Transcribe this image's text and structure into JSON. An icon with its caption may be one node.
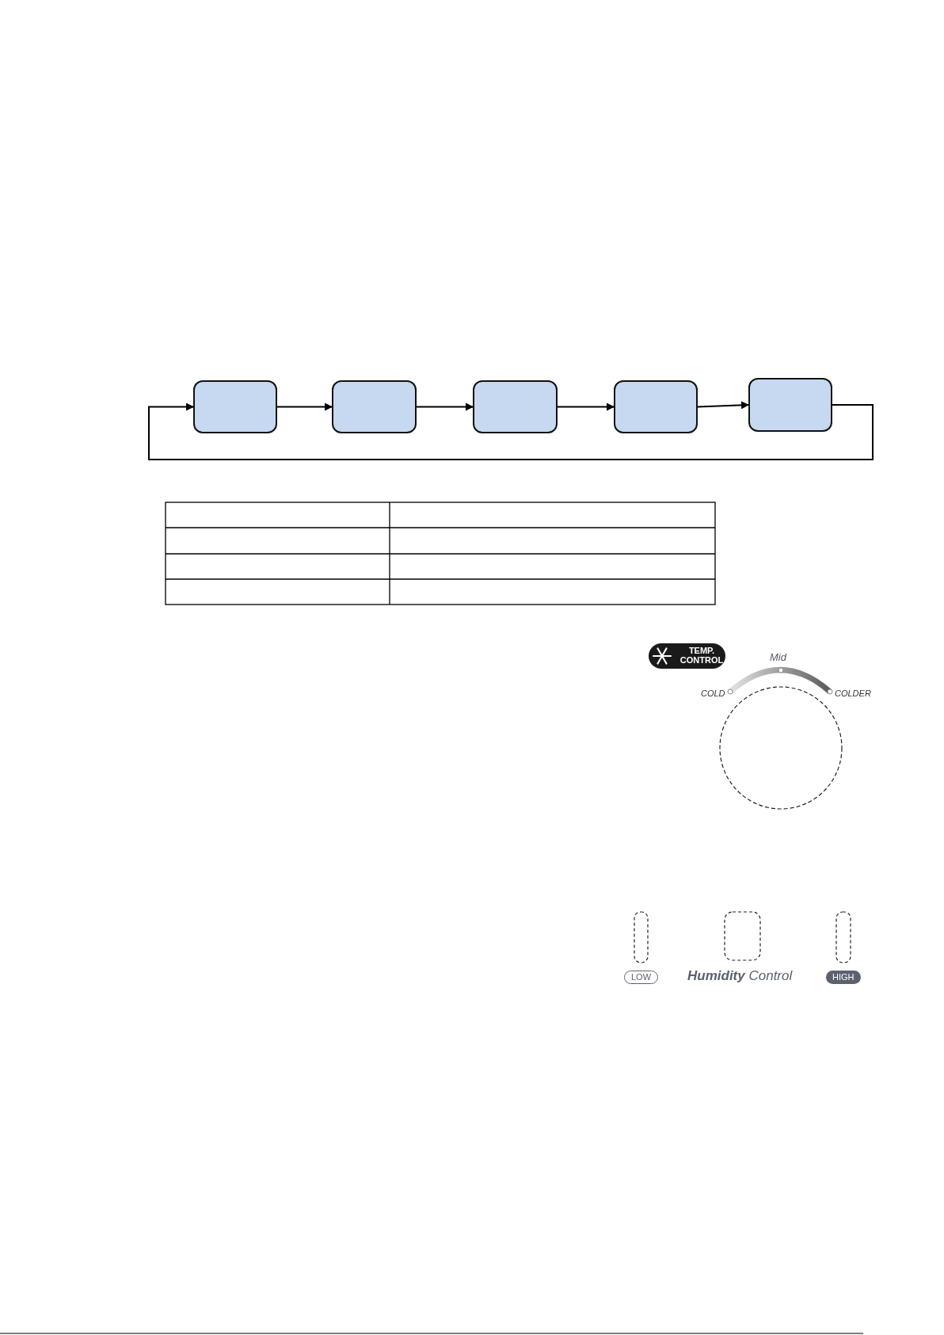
{
  "diagram": {
    "nodes": [
      {
        "text": [],
        "shape": "box"
      },
      {
        "text": [],
        "shape": "box"
      },
      {
        "text": [],
        "shape": "box"
      },
      {
        "text": [],
        "shape": "box"
      },
      {
        "text": [],
        "shape": "box"
      }
    ],
    "edges": [
      {
        "from": 0,
        "to": 1,
        "arrow": "to"
      },
      {
        "from": 1,
        "to": 2,
        "arrow": "to"
      },
      {
        "from": 2,
        "to": 3,
        "arrow": "to"
      },
      {
        "from": 3,
        "to": 4,
        "arrow": "to"
      },
      {
        "from": 4,
        "to": 0,
        "arrow": "to"
      }
    ],
    "labels": [
      "TEMP. CONTROL",
      "Mid",
      "COLD",
      "COLDER",
      "LOW",
      "**Humidity** Control",
      "HIGH"
    ]
  }
}
